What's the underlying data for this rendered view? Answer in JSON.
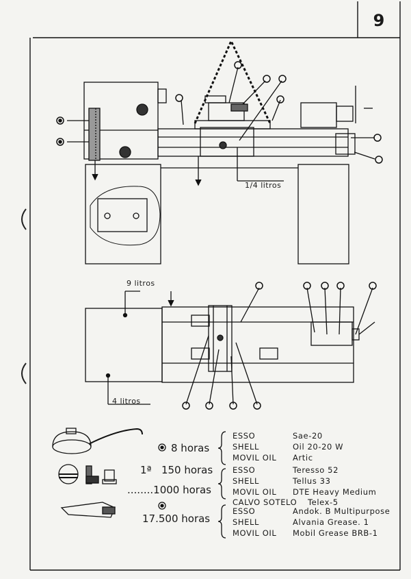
{
  "page_number": "9",
  "top_view_volume": "1/4 litros",
  "plan_view_volumes": [
    "9 litros",
    "4 litros"
  ],
  "intervals": [
    {
      "prefix": "",
      "value": "8 horas"
    },
    {
      "prefix": "1ª",
      "value": "150 horas"
    },
    {
      "prefix": "........",
      "value": "1000 horas"
    },
    {
      "prefix": "",
      "value": "17.500 horas"
    }
  ],
  "lubricant_groups": [
    {
      "rows": [
        {
          "brand": "ESSO",
          "product": "Sae-20"
        },
        {
          "brand": "SHELL",
          "product": "Oil 20-20 W"
        },
        {
          "brand": "MOVIL OIL",
          "product": "Artic"
        }
      ]
    },
    {
      "rows": [
        {
          "brand": "ESSO",
          "product": "Teresso 52"
        },
        {
          "brand": "SHELL",
          "product": "Tellus 33"
        },
        {
          "brand": "MOVIL OIL",
          "product": "DTE Heavy Medium"
        },
        {
          "brand": "CALVO SOTELO",
          "product": "Telex-5"
        }
      ]
    },
    {
      "rows": [
        {
          "brand": "ESSO",
          "product": "Andok. B Multipurpose"
        },
        {
          "brand": "SHELL",
          "product": "Alvania Grease. 1"
        },
        {
          "brand": "MOVIL OIL",
          "product": "Mobil Grease BRB-1"
        }
      ]
    }
  ]
}
